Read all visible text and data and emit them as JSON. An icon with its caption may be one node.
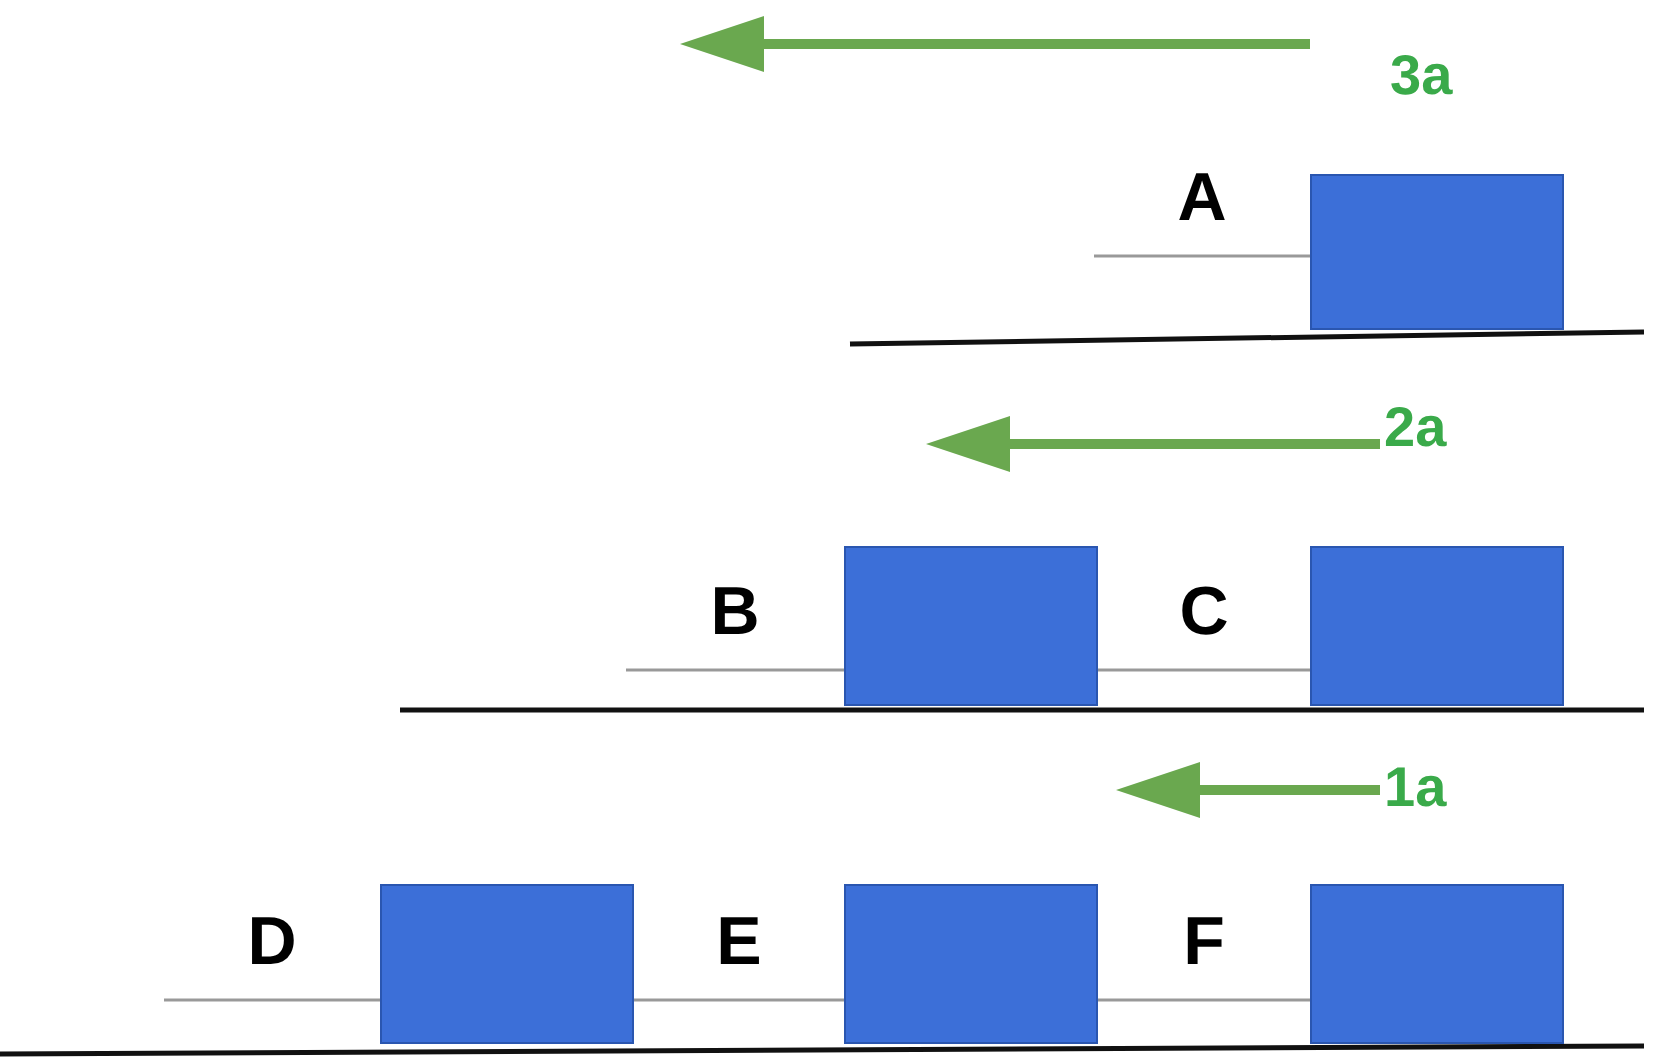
{
  "diagram": {
    "nodes": [
      {
        "text": [],
        "shape": "box"
      },
      {
        "text": [],
        "shape": "box"
      },
      {
        "text": [],
        "shape": "box"
      },
      {
        "text": [],
        "shape": "box"
      },
      {
        "text": [],
        "shape": "box"
      },
      {
        "text": [],
        "shape": "box"
      }
    ],
    "edges": [
      {
        "from": null,
        "to": 0,
        "arrow": "none",
        "label": "A"
      },
      {
        "from": null,
        "to": 1,
        "arrow": "none",
        "label": "B"
      },
      {
        "from": 1,
        "to": 2,
        "arrow": "none",
        "label": "C"
      },
      {
        "from": null,
        "to": 3,
        "arrow": "none",
        "label": "D"
      },
      {
        "from": 3,
        "to": 4,
        "arrow": "none",
        "label": "E"
      },
      {
        "from": 4,
        "to": 5,
        "arrow": "none",
        "label": "F"
      }
    ],
    "labels": [
      "3a",
      "2a",
      "1a"
    ]
  }
}
